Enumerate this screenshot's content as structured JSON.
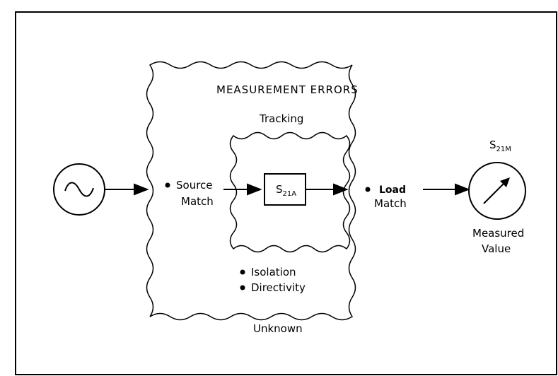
{
  "diagram": {
    "title": "MEASUREMENT ERRORS",
    "tracking": "Tracking",
    "source_match": [
      "Source",
      "Match"
    ],
    "load_match": [
      "Load",
      "Match"
    ],
    "dut": {
      "main": "S",
      "sub": "21A"
    },
    "isolation": "Isolation",
    "directivity": "Directivity",
    "unknown": "Unknown",
    "meter_label": {
      "main": "S",
      "sub": "21M"
    },
    "measured_value": [
      "Measured",
      "Value"
    ]
  }
}
